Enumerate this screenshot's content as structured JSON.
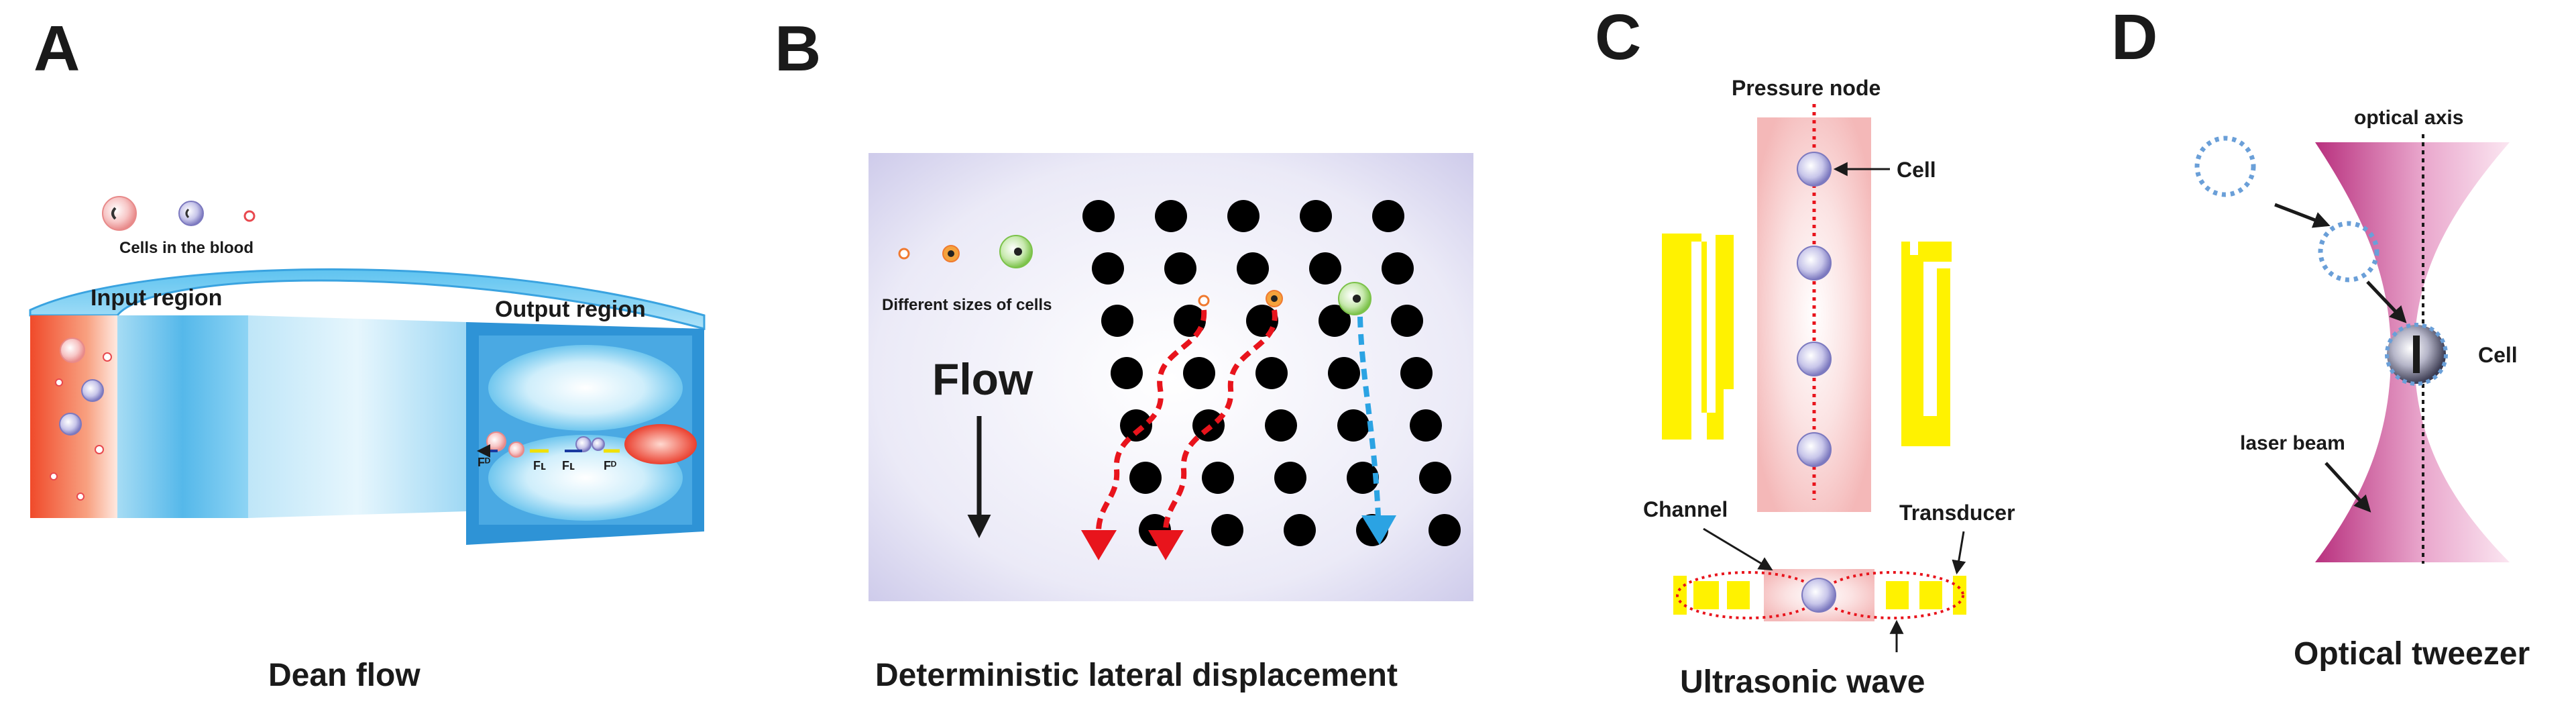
{
  "panels": {
    "a": {
      "letter": "A",
      "cells_label": "Cells in the blood",
      "input_label": "Input region",
      "output_label": "Output region",
      "force_labels": [
        "Fᴰ",
        "Fʟ",
        "Fʟ",
        "Fᴰ"
      ],
      "caption": "Dean flow"
    },
    "b": {
      "letter": "B",
      "sizes_label": "Different sizes of cells",
      "flow_label": "Flow",
      "caption": "Deterministic lateral displacement"
    },
    "c": {
      "letter": "C",
      "node_label": "Pressure node",
      "cell_label": "Cell",
      "channel_label": "Channel",
      "transducer_label": "Transducer",
      "caption": "Ultrasonic wave"
    },
    "d": {
      "letter": "D",
      "axis_label": "optical axis",
      "cell_label": "Cell",
      "beam_label": "laser beam",
      "caption": "Optical tweezer"
    }
  },
  "colors": {
    "channel_blue": "#3aa3e0",
    "red_cell": "#e8484e",
    "purple_cell": "#8a88c8",
    "transducer_yellow": "#fff200",
    "pillar": "#000000",
    "dld_bg": "#dcdaf0",
    "dld_arrow_red": "#e8141c",
    "dld_arrow_blue": "#2ba3e3",
    "beam_pink": "#c2418f"
  }
}
